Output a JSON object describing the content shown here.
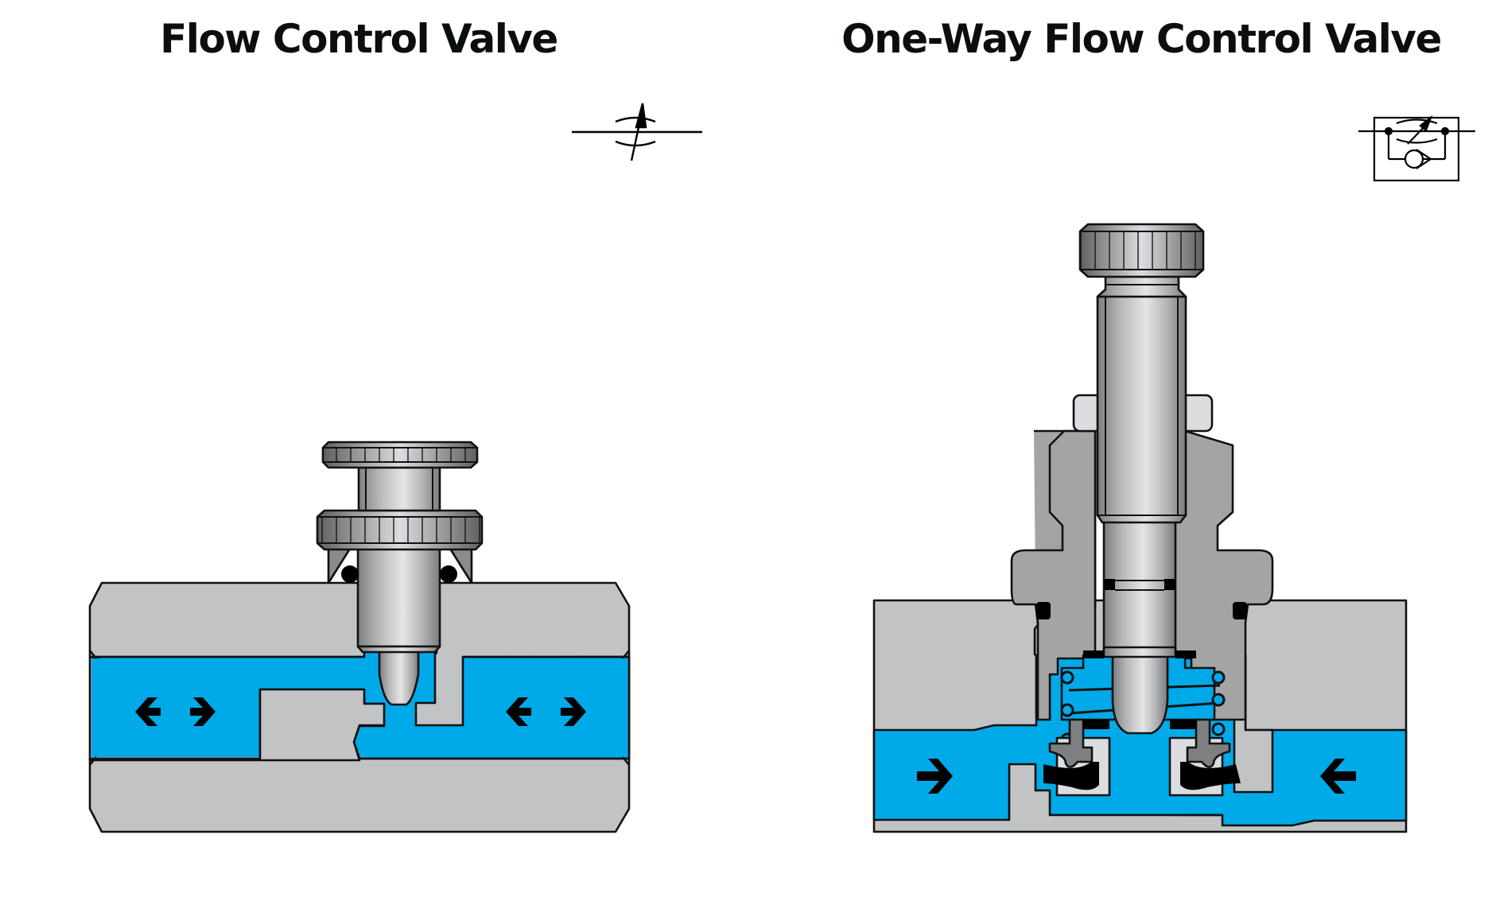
{
  "diagrams": [
    {
      "title": "Flow Control Valve",
      "symbol": "adjustable-throttle-symbol",
      "flow_direction": "bidirectional",
      "arrows": [
        "left-right-arrow",
        "left-right-arrow"
      ]
    },
    {
      "title": "One-Way Flow Control Valve",
      "symbol": "one-way-flow-control-symbol",
      "flow_direction": "unidirectional",
      "arrows": [
        "right-arrow",
        "left-arrow"
      ]
    }
  ],
  "colors": {
    "fluid": "#00a9e8",
    "body": "#c2c3c5",
    "housing": "#a3a4a6",
    "seal": "#000000",
    "outline": "#111111",
    "background": "#ffffff"
  }
}
